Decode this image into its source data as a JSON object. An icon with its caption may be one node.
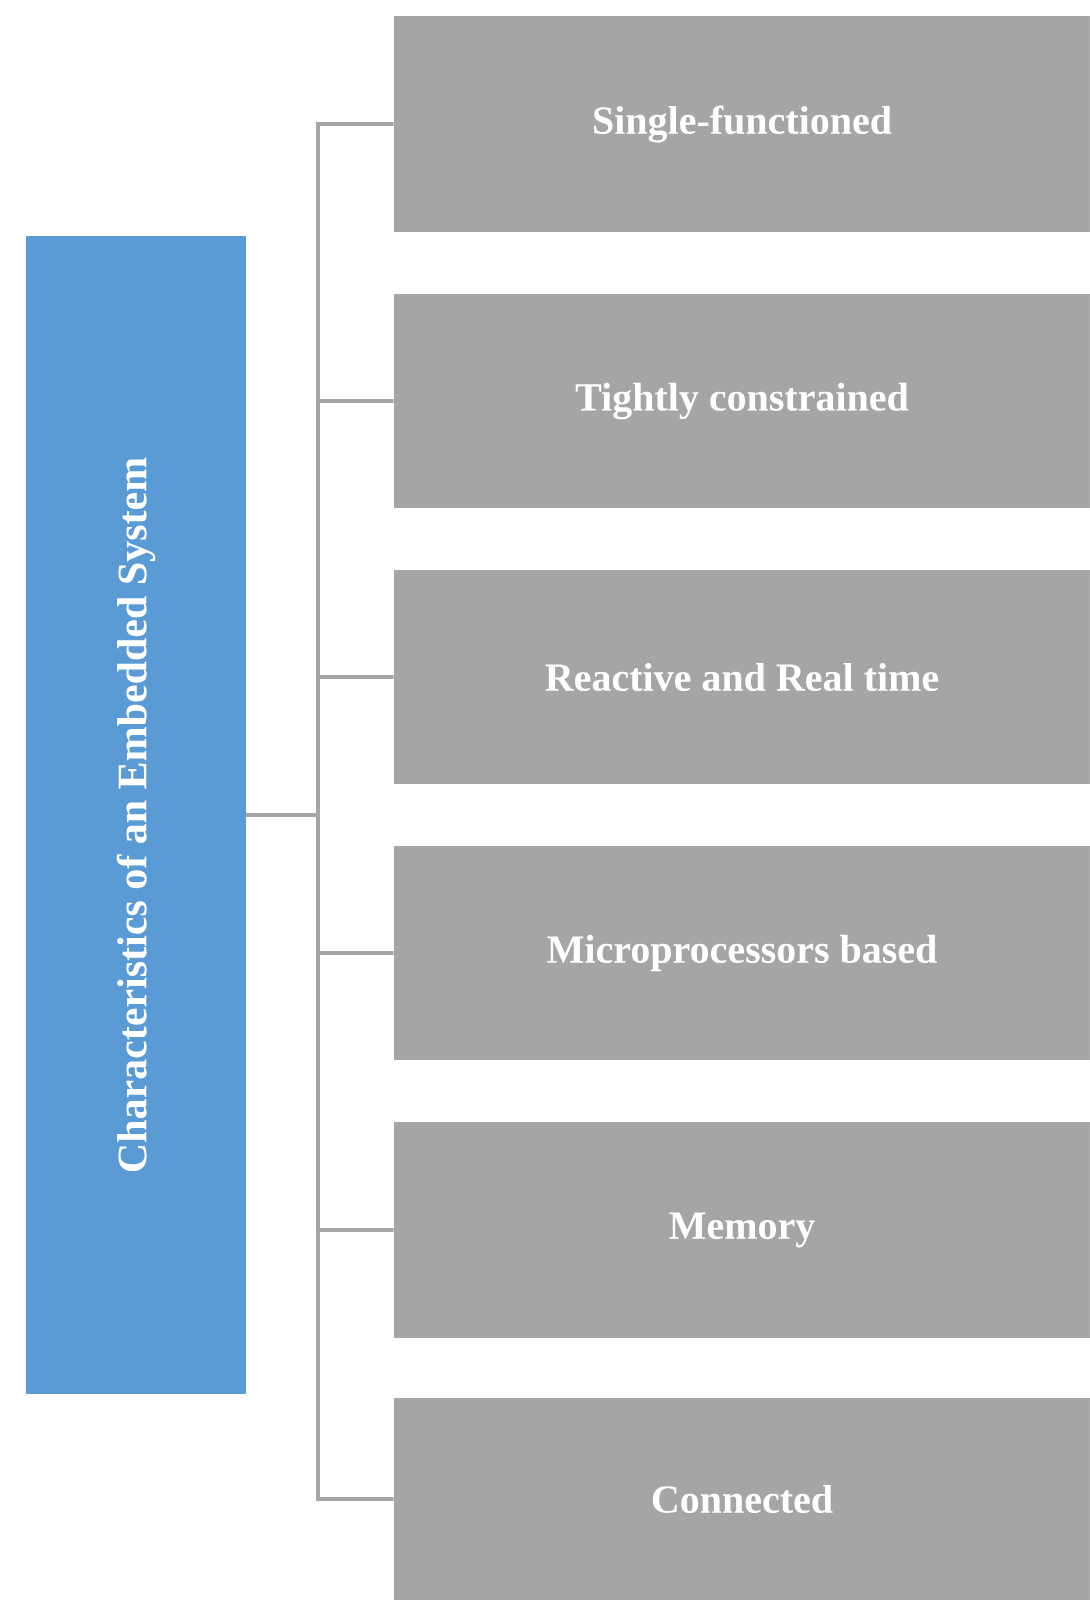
{
  "diagram": {
    "nodes": [
      {
        "text": [
          "Characteristics of an Embedded System"
        ]
      },
      {
        "text": [
          "Single-functioned"
        ]
      },
      {
        "text": [
          "Tightly constrained"
        ]
      },
      {
        "text": [
          "Reactive and Real time"
        ]
      },
      {
        "text": [
          "Microprocessors based"
        ]
      },
      {
        "text": [
          "Memory"
        ]
      },
      {
        "text": [
          "Connected"
        ]
      }
    ],
    "edges": [
      {
        "from": 0,
        "to": 1,
        "arrow": "none"
      },
      {
        "from": 0,
        "to": 2,
        "arrow": "none"
      },
      {
        "from": 0,
        "to": 3,
        "arrow": "none"
      },
      {
        "from": 0,
        "to": 4,
        "arrow": "none"
      },
      {
        "from": 0,
        "to": 5,
        "arrow": "none"
      },
      {
        "from": 0,
        "to": 6,
        "arrow": "none"
      }
    ]
  }
}
